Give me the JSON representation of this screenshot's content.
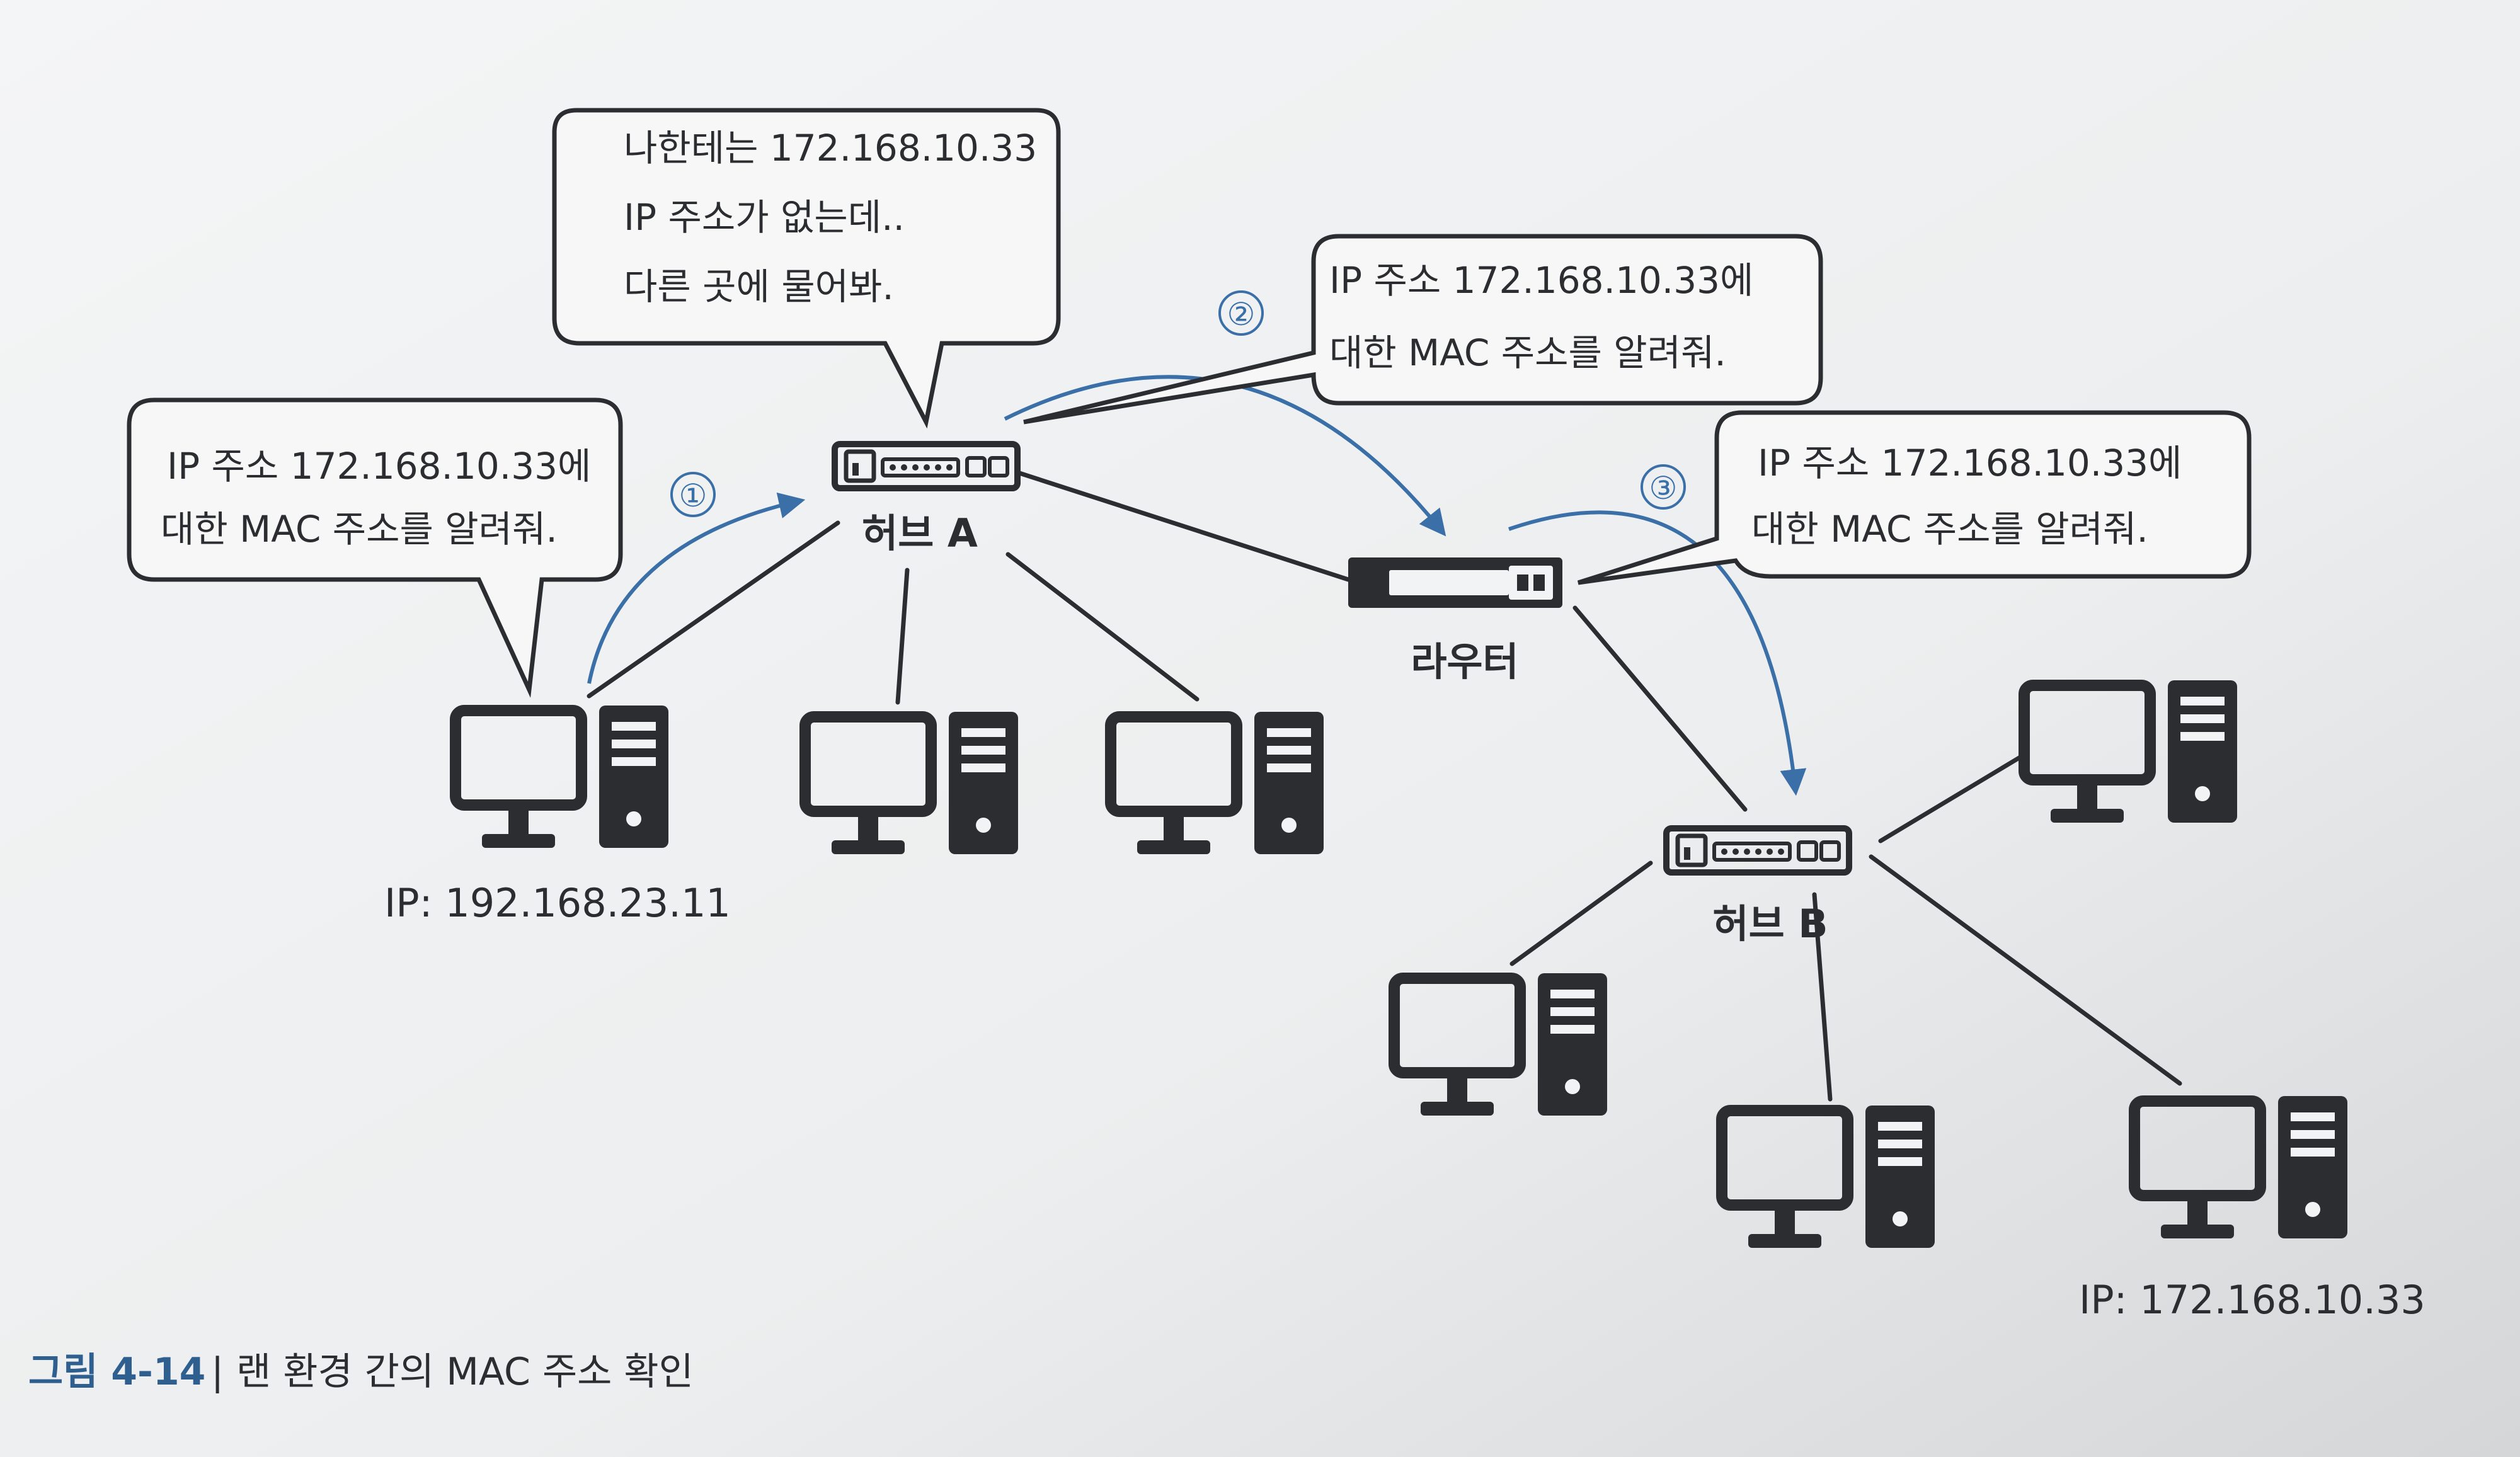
{
  "bubbles": {
    "hub_a_reply": [
      "나한테는 172.168.10.33",
      "IP 주소가 없는데..",
      "다른 곳에 물어봐."
    ],
    "request_1": [
      "IP 주소 172.168.10.33에",
      "대한 MAC 주소를 알려줘."
    ],
    "request_2": [
      "IP 주소 172.168.10.33에",
      "대한 MAC 주소를 알려줘."
    ],
    "request_3": [
      "IP 주소 172.168.10.33에",
      "대한 MAC 주소를 알려줘."
    ]
  },
  "steps": [
    "①",
    "②",
    "③"
  ],
  "devices": {
    "hub_a": "허브 A",
    "router": "라우터",
    "hub_b": "허브 B"
  },
  "ip_labels": {
    "source_pc": "IP: 192.168.23.11",
    "target_pc": "IP: 172.168.10.33"
  },
  "caption": {
    "figure": "그림 4-14",
    "separator": "|",
    "title": "랜 환경 간의 MAC 주소 확인"
  },
  "colors": {
    "arrow": "#3a6fa8",
    "ink": "#2b2d31",
    "paper": "#f2f3f4"
  }
}
